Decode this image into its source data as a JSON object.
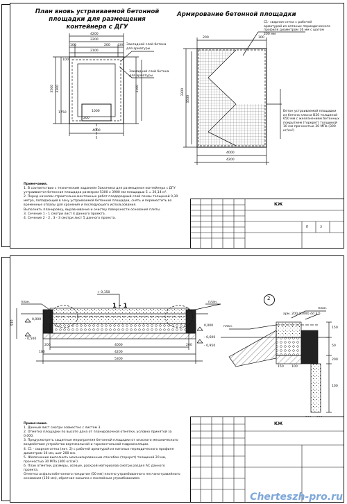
{
  "sheet1": {
    "plan_title": "План вновь устраиваемой бетонной площадки для размещения контейнера с ДГУ",
    "arm_title": "Армирование бетонной площадки",
    "dims_plan": {
      "top_4200": "4200",
      "top_2200": "2200",
      "top_2100": "2100",
      "top_100a": "100",
      "top_100b": "100",
      "top_200": "200",
      "side_3500": "3500",
      "side_3300": "3300",
      "side_3100": "3100",
      "bottom_4000": "4000",
      "left_100": "100",
      "left_1750": "1750",
      "c_1000": "1000",
      "c_200": "200"
    },
    "dims_arm": {
      "side_3300": "3300",
      "side_3500": "3500",
      "bottom_4000": "4000",
      "bottom_4200": "4200",
      "top_200": "200",
      "top_100": "100"
    },
    "plan_callout_1": "Закладной слой бетона для арматуры",
    "plan_callout_2": "Закладной слой бетона для арматуры",
    "arm_callout_c1": "С1- сварная сетка с рабочей арматурой из катаных периодического профиля диаметром 16 мм с шагом 200 мм",
    "arm_callout_concrete": "Бетон устраиваемой площадки из бетона класса В20 толщиной 650 мм с железнением бетонных покрытием (торкрет) толщиной 10 мм прочностью 30 МПа (300 кг/см²)",
    "notes_heading": "Примечания.",
    "notes": [
      "1. В соответствии с техническим заданием Заказчика для размещения контейнера с ДГУ устраивается бетонная площадка размером 5300 х 3900 мм площадью S = 20,14 м².",
      "2. Перед началом строительно-монтажных работ плодородный слой почвы толщиной 0,30 метра, попадающий в зону устраиваемой бетонной площадки, снять и переместить во временные отвалы для хранения и последующего использования.",
      "Выполнить планировку, выравнивание и очистку поверхности основания плиты.",
      "3. Сечение 1 - 1 смотри лист 4 данного проекта.",
      "4. Сечение 2 - 2 , 3 - 3 смотри лист 5 данного проекта."
    ],
    "stamp_code": "КЖ",
    "stamp_stage": "П",
    "stamp_sheet": "3"
  },
  "sheet2": {
    "section_title": "1 - 1",
    "marker_number": "2",
    "plan_label_left": "план.",
    "plan_label_right": "план.",
    "elev_top": "+ 0,150",
    "elev_left_0": "0,000",
    "elev_left_neg": "- 0,500",
    "elev_right_0": "0,000",
    "elev_right_neg1": "- 0,600",
    "elev_right_neg2": "- 0,950",
    "dim_4000": "4000",
    "dim_4200": "4200",
    "dim_5300": "5300",
    "dim_910": "910",
    "dim_200a": "200",
    "dim_200b": "200",
    "dim_100": "100",
    "detail_left_label": "план.",
    "detail_right_label": "план.",
    "detail_arm_label": "арм. 200 (1000) dd 3,5",
    "detail_dims": [
      "150",
      "50",
      "200",
      "100",
      "150",
      "100",
      "200",
      "150"
    ],
    "notes_heading": "Примечания.",
    "notes": [
      "1. Данный лист смотри совместно с листом 3.",
      "2. Отметка площадки по высоте дана от планировочной отметки, условно принятой за 0,000.",
      "3. Предусмотреть защитные мероприятия бетонной площадки от опасного механического воздействия устройство вертикальной и горизонтальной гидроизоляции.",
      "4. С1 - сварная сетка (лит. 2) с рабочей арматурой из катаных периодического профиля диаметром 16 мм, шаг 200 мм.",
      "5. Железнение выполнить механизированным способом (торкрет) толщиной 20 мм, прочностью 30 МПа (300 кг/см²).",
      "6. План отметки, размеры, осевые, раскрой материалов смотри раздел АС данного проекта.",
      "Отметка асфальтобетонного покрытия (50 мм) плотно утрамбованного песчано-гравийного основания (150 мм), обратная засыпка с послойным утрамбованием."
    ],
    "stamp_code": "КЖ"
  },
  "watermark": "Cherteszh-pro.ru",
  "colors": {
    "line": "#111111",
    "hatch": "#444444",
    "watermark": "#7da7d9"
  }
}
